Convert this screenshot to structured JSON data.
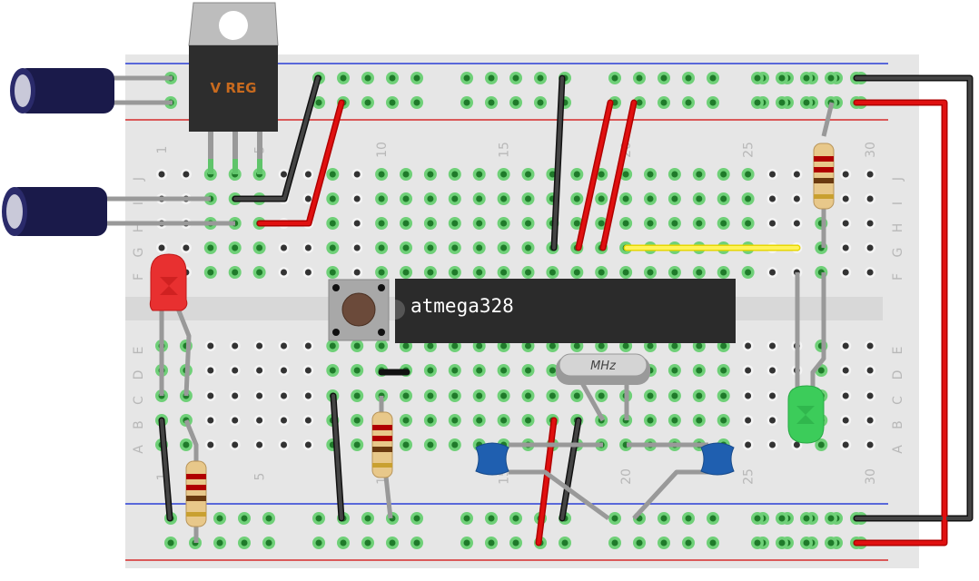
{
  "board": {
    "column_numbers": [
      "1",
      "5",
      "10",
      "15",
      "20",
      "25",
      "30"
    ],
    "rows_top": [
      "J",
      "I",
      "H",
      "G",
      "F"
    ],
    "rows_bottom": [
      "E",
      "D",
      "C",
      "B",
      "A"
    ]
  },
  "components": {
    "ic_label": "atmega328",
    "regulator_label": "V REG",
    "crystal_label": "MHz"
  },
  "colors": {
    "wire_red": "#d40000",
    "wire_black": "#222222",
    "wire_yellow": "#f2e600",
    "hole_green": "#4fc35a",
    "ic_body": "#2b2b2b",
    "cap_blue": "#1f5fb0"
  }
}
